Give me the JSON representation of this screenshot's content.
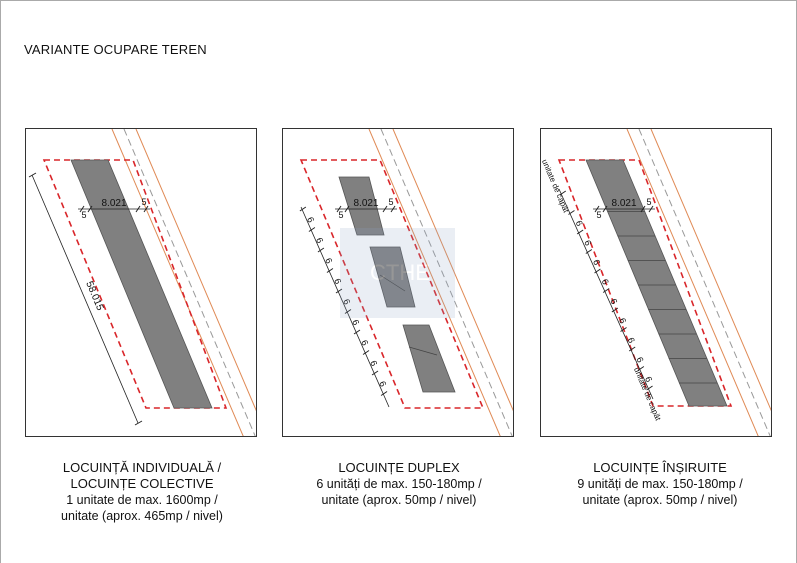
{
  "page": {
    "title": "VARIANTE OCUPARE TEREN"
  },
  "colors": {
    "building": "#808080",
    "setback_line": "#d9262a",
    "road_line": "#e08a55",
    "axis_line": "#999999",
    "dimension": "#222222"
  },
  "panels": [
    {
      "dims": {
        "width_value": "8.021",
        "setback_left": "5",
        "setback_right": "5",
        "length_value": "58.015"
      },
      "caption": {
        "line1": "LOCUINȚĂ INDIVIDUALĂ /",
        "line2": "LOCUINȚE COLECTIVE",
        "line3": "1 unitate de max. 1600mp /",
        "line4": "unitate (aprox. 465mp / nivel)"
      }
    },
    {
      "dims": {
        "width_value": "8.021",
        "setback_left": "5",
        "setback_right": "5",
        "unit_gap": "6"
      },
      "caption": {
        "line1": "LOCUINȚE DUPLEX",
        "line2": "6 unități de max. 150-180mp /",
        "line3": "unitate (aprox. 50mp / nivel)"
      }
    },
    {
      "dims": {
        "width_value": "8.021",
        "setback_left": "5",
        "setback_right": "5",
        "unit_gap": "6",
        "end_unit_top": "unitate de capăt",
        "end_unit_bottom": "unitate de capăt"
      },
      "caption": {
        "line1": "LOCUINȚE ÎNȘIRUITE",
        "line2": "9 unități de max. 150-180mp /",
        "line3": "unitate (aprox. 50mp / nivel)"
      }
    }
  ],
  "watermark": {
    "text": "CTHE"
  }
}
